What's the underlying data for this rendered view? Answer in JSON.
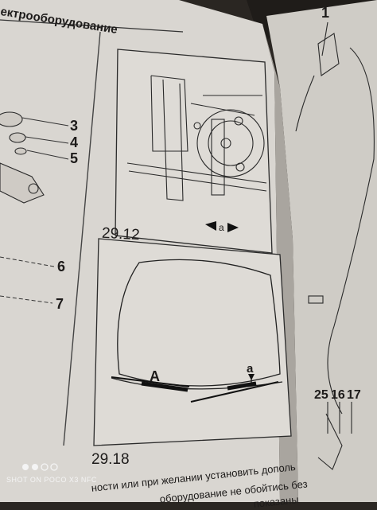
{
  "page": {
    "header": "ектрооборудование"
  },
  "figures": {
    "fig_top": {
      "caption": "29.12",
      "label_a": "a"
    },
    "fig_bottom": {
      "caption": "29.18",
      "label_A": "A",
      "label_a": "a"
    }
  },
  "left_callouts": [
    "3",
    "4",
    "5",
    "6",
    "7"
  ],
  "right_callouts": [
    "1",
    "25",
    "16",
    "17"
  ],
  "body_text": {
    "line1": "ности или при желании установить дополь",
    "line2": "оборудование не обойтись без",
    "line3": "показаны"
  },
  "watermark": {
    "text": "SHOT ON POCO X3 NFC"
  }
}
